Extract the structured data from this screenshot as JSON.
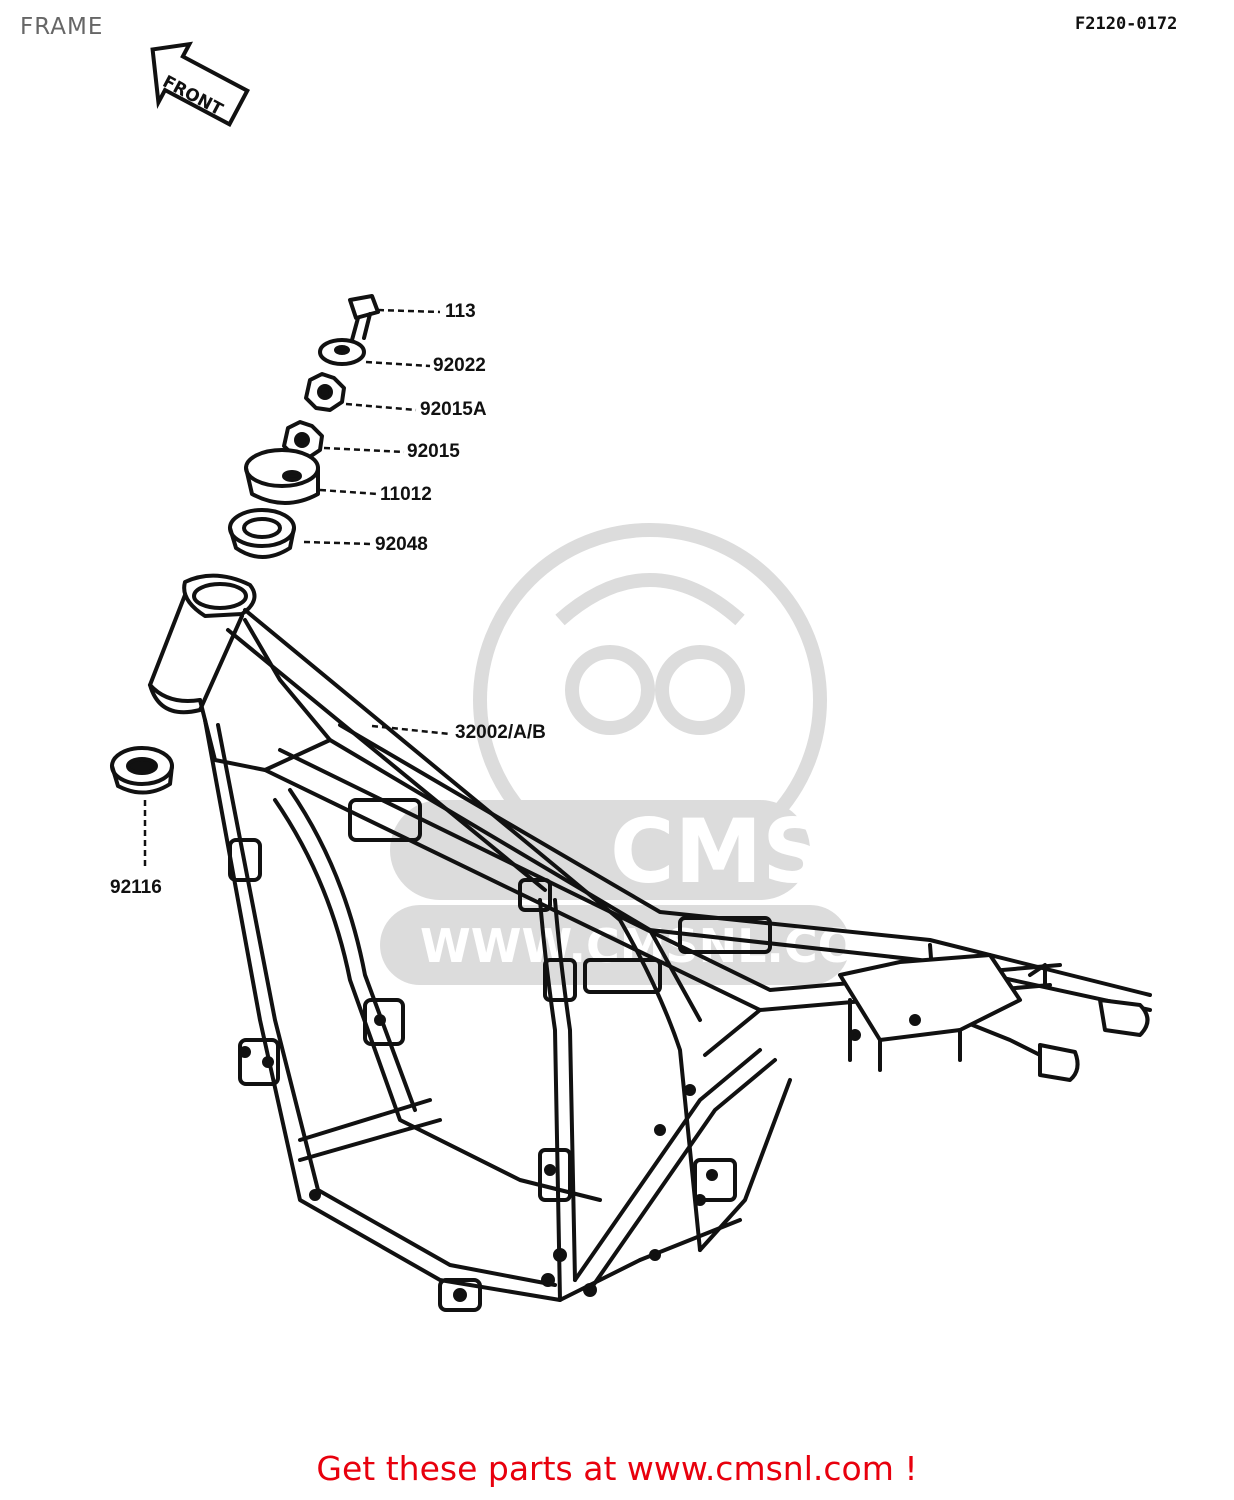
{
  "header": {
    "title": "FRAME",
    "diagram_code": "F2120-0172"
  },
  "front_arrow": {
    "label": "FRONT"
  },
  "parts": [
    {
      "part_number": "113"
    },
    {
      "part_number": "92022"
    },
    {
      "part_number": "92015A"
    },
    {
      "part_number": "92015"
    },
    {
      "part_number": "11012"
    },
    {
      "part_number": "92048"
    },
    {
      "part_number": "32002/A/B"
    },
    {
      "part_number": "92116"
    }
  ],
  "watermark": {
    "brand": "CMS",
    "url": "www.cmsnl.com",
    "color": "#d9d9d9"
  },
  "footer": {
    "text": "Get these parts at www.cmsnl.com !",
    "color": "#e8000d"
  }
}
